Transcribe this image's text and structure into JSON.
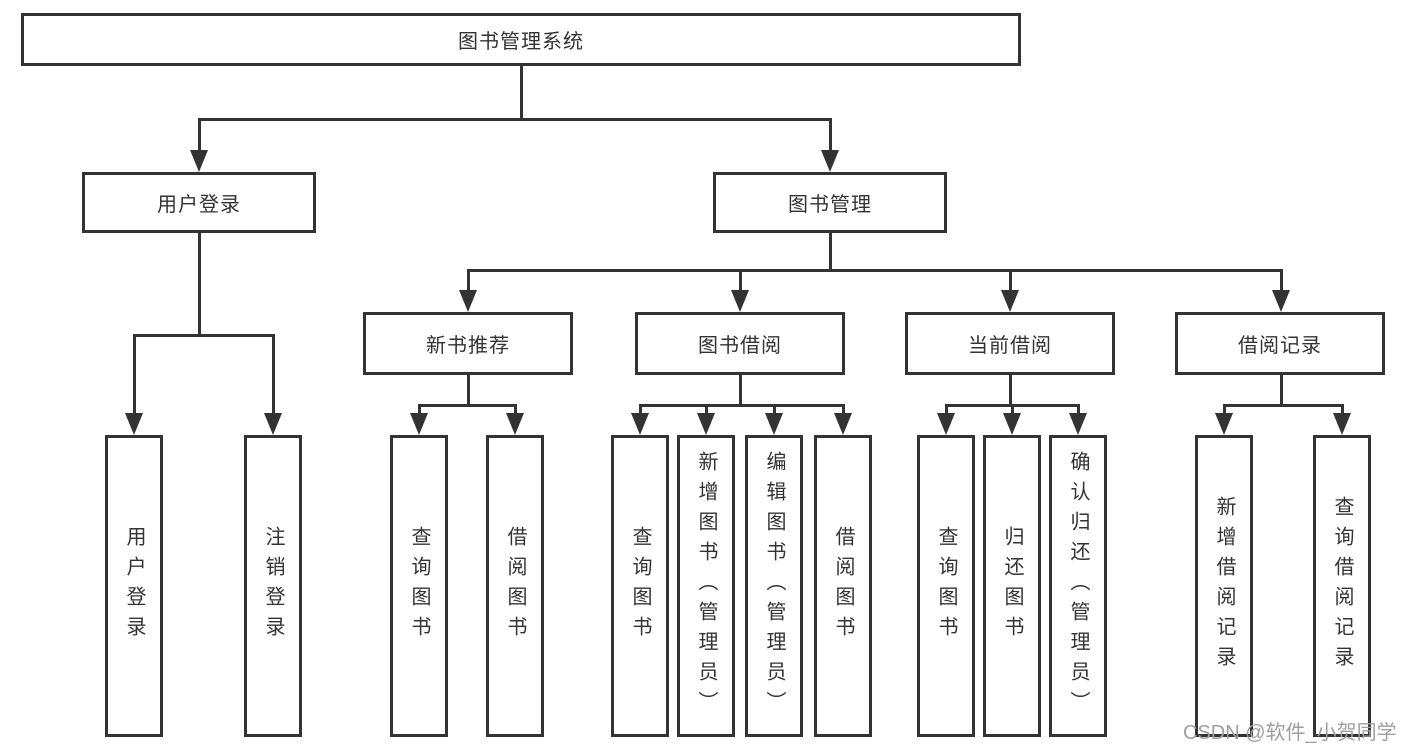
{
  "colors": {
    "line": "#333333",
    "text": "#333333",
    "background": "#ffffff",
    "watermark_gray": "#9e9e9e"
  },
  "watermark": {
    "text": "CSDN @软件_小贺同学"
  },
  "tree": {
    "label": "图书管理系统",
    "children": [
      {
        "label": "用户登录",
        "children": [
          {
            "label": "用户登录"
          },
          {
            "label": "注销登录"
          }
        ]
      },
      {
        "label": "图书管理",
        "children": [
          {
            "label": "新书推荐",
            "children": [
              {
                "label": "查询图书"
              },
              {
                "label": "借阅图书"
              }
            ]
          },
          {
            "label": "图书借阅",
            "children": [
              {
                "label": "查询图书"
              },
              {
                "label": "新增图书（管理员）"
              },
              {
                "label": "编辑图书（管理员）"
              },
              {
                "label": "借阅图书"
              }
            ]
          },
          {
            "label": "当前借阅",
            "children": [
              {
                "label": "查询图书"
              },
              {
                "label": "归还图书"
              },
              {
                "label": "确认归还（管理员）"
              }
            ]
          },
          {
            "label": "借阅记录",
            "children": [
              {
                "label": "新增借阅记录"
              },
              {
                "label": "查询借阅记录"
              }
            ]
          }
        ]
      }
    ]
  }
}
